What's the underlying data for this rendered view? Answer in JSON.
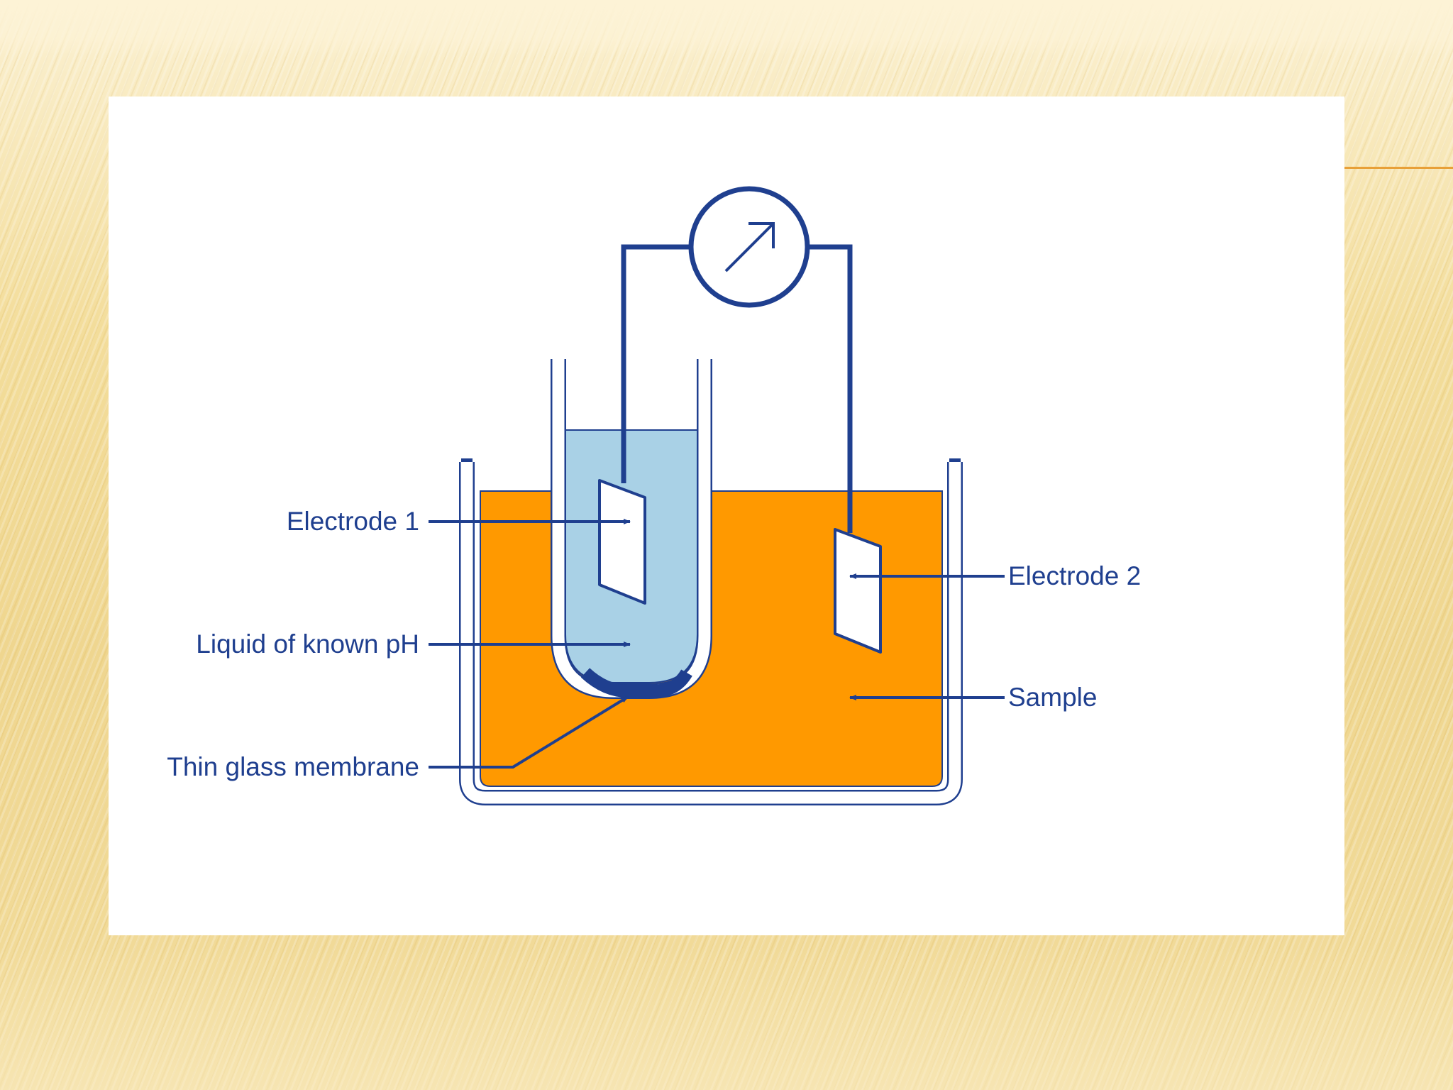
{
  "diagram": {
    "labels": {
      "electrode_1": "Electrode 1",
      "liquid_known_ph": "Liquid of known pH",
      "thin_glass_membrane": "Thin glass membrane",
      "electrode_2": "Electrode 2",
      "sample": "Sample"
    },
    "icons": {
      "meter": "voltmeter-icon"
    },
    "colors": {
      "line": "#1f3f8f",
      "sample_liquid": "#ff9900",
      "known_ph_liquid": "#a9d1e6",
      "glass": "#ffffff",
      "background": "#f6e2a6"
    }
  }
}
